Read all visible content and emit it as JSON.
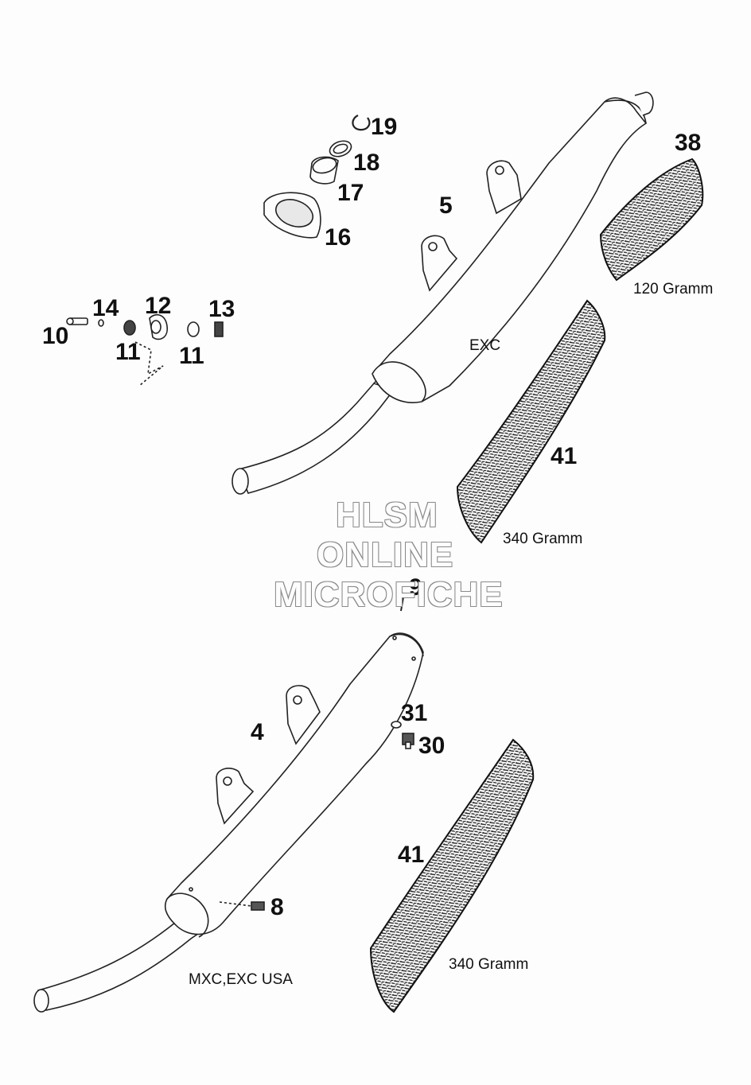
{
  "callouts": {
    "c19": "19",
    "c18": "18",
    "c17": "17",
    "c16": "16",
    "c5": "5",
    "c38": "38",
    "c14": "14",
    "c12": "12",
    "c13": "13",
    "c10": "10",
    "c11a": "11",
    "c11b": "11",
    "c41a": "41",
    "c9": "9",
    "c4": "4",
    "c31": "31",
    "c30": "30",
    "c41b": "41",
    "c8": "8"
  },
  "notes": {
    "exc": "EXC",
    "gramm_120": "120 Gramm",
    "gramm_340_a": "340 Gramm",
    "gramm_340_b": "340 Gramm",
    "mxc_exc_usa": "MXC,EXC USA"
  },
  "watermark": {
    "line1": "HLSM",
    "line2": "ONLINE",
    "line3": "MICROFICHE"
  }
}
